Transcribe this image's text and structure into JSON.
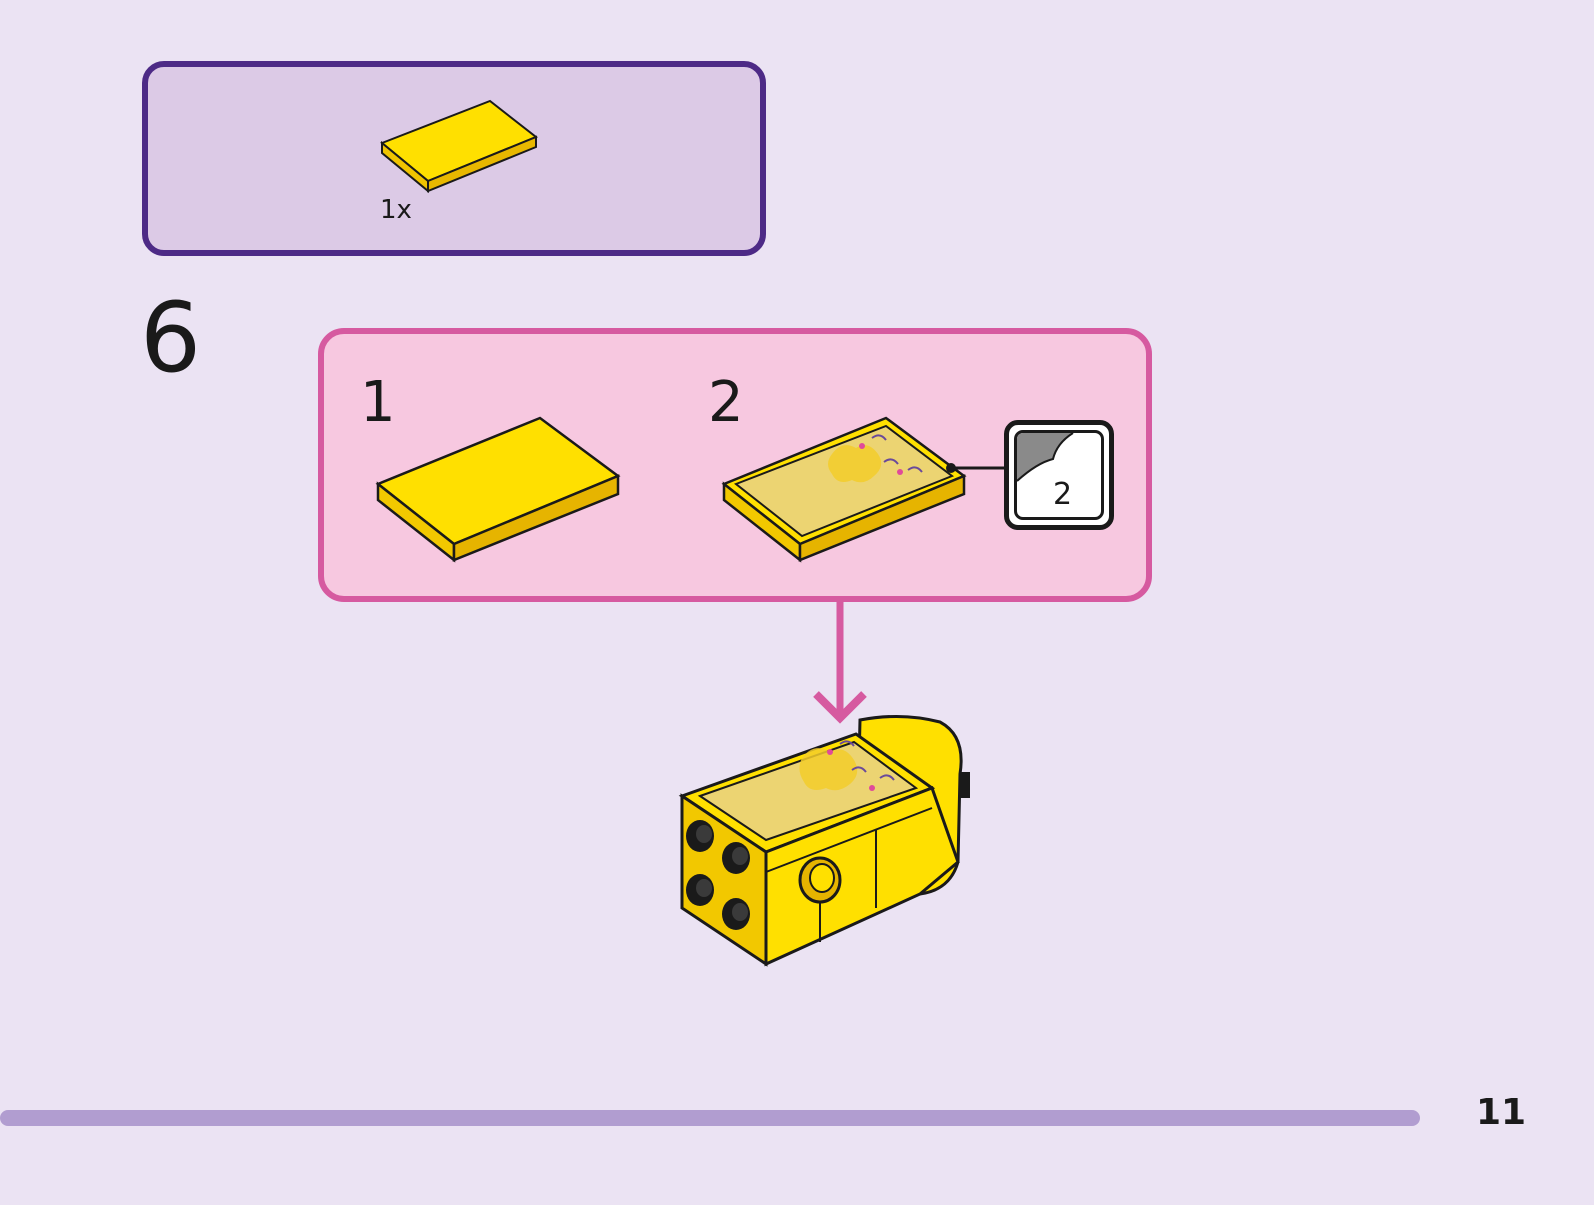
{
  "parts_list": {
    "quantity": "1x",
    "part_icon": "yellow-tile-2x4-icon"
  },
  "step": {
    "number": "6"
  },
  "sub_steps": [
    {
      "label": "1",
      "icon": "yellow-tile-icon"
    },
    {
      "label": "2",
      "icon": "yellow-tile-with-sticker-icon"
    }
  ],
  "sticker": {
    "number": "2",
    "icon": "sticker-sheet-icon"
  },
  "page": {
    "number": "11"
  },
  "colors": {
    "background": "#ebe3f3",
    "parts_box_fill": "#dccae6",
    "parts_box_border": "#4d2a86",
    "substep_fill": "#f7c8e0",
    "substep_border": "#d65aa0",
    "brick_yellow": "#ffe000",
    "footer_bar": "#b19dd0"
  }
}
